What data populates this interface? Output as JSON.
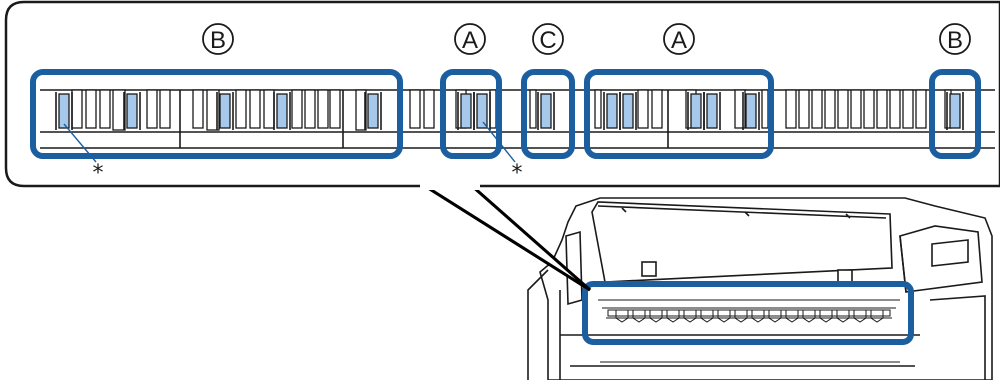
{
  "callouts": {
    "labels": [
      "B",
      "A",
      "C",
      "A",
      "B"
    ],
    "asterisk": "*"
  },
  "colors": {
    "highlight": "#1b5fa0",
    "fill": "#a6c8ea",
    "line": "#1a1a1a"
  }
}
